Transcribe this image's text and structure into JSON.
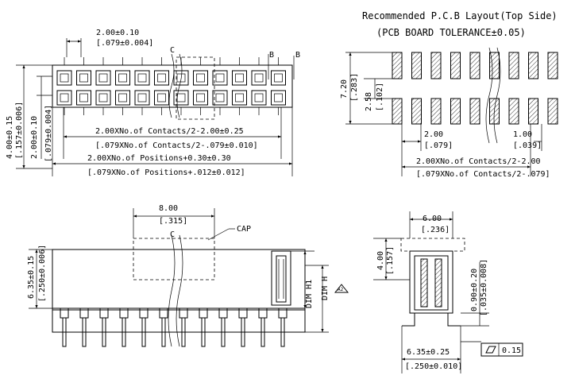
{
  "layout_title": {
    "line1": "Recommended P.C.B Layout(Top Side)",
    "line2": "(PCB BOARD TOLERANCE±0.05)"
  },
  "top_view": {
    "pitch": "2.00±0.10",
    "pitch_in": "[.079±0.004]",
    "centerline": "C",
    "section_mark_1": "B",
    "section_mark_2": "B",
    "width_overall": "4.00±0.15",
    "width_overall_in": "[.157±0.006]",
    "row_pitch": "2.00±0.10",
    "row_pitch_in": "[.079±0.004]",
    "contacts_dim": "2.00XNo.of Contacts/2-2.00±0.25",
    "contacts_dim_in": "[.079XNo.of Contacts/2-.079±0.010]",
    "positions_dim": "2.00XNo.of Positions+0.30±0.30",
    "positions_dim_in": "[.079XNo.of Positions+.012±0.012]"
  },
  "pcb_layout": {
    "height": "7.20",
    "height_in": "[.283]",
    "row_gap": "2.58",
    "row_gap_in": "[.102]",
    "pitch": "2.00",
    "pitch_in": "[.079]",
    "pad_width": "1.00",
    "pad_width_in": "[.039]",
    "span": "2.00XNo.of Contacts/2-2.00",
    "span_in": "[.079XNo.of Contacts/2-.079]"
  },
  "front_view": {
    "cap_width": "8.00",
    "cap_width_in": "[.315]",
    "cap_label": "CAP",
    "centerline": "C",
    "height": "6.35±0.15",
    "height_in": "[.250±0.006]",
    "dim_h1": "DIM H1",
    "dim_h": "DIM H",
    "note": "A2"
  },
  "side_view": {
    "width": "6.00",
    "width_in": "[.236]",
    "cap_height": "4.00",
    "cap_height_in": "[.157]",
    "pin_length": "0.90±0.20",
    "pin_length_in": "[.035±0.008]",
    "foot_length": "6.35±0.25",
    "foot_length_in": "[.250±0.010]",
    "coplanarity": "0.15"
  }
}
